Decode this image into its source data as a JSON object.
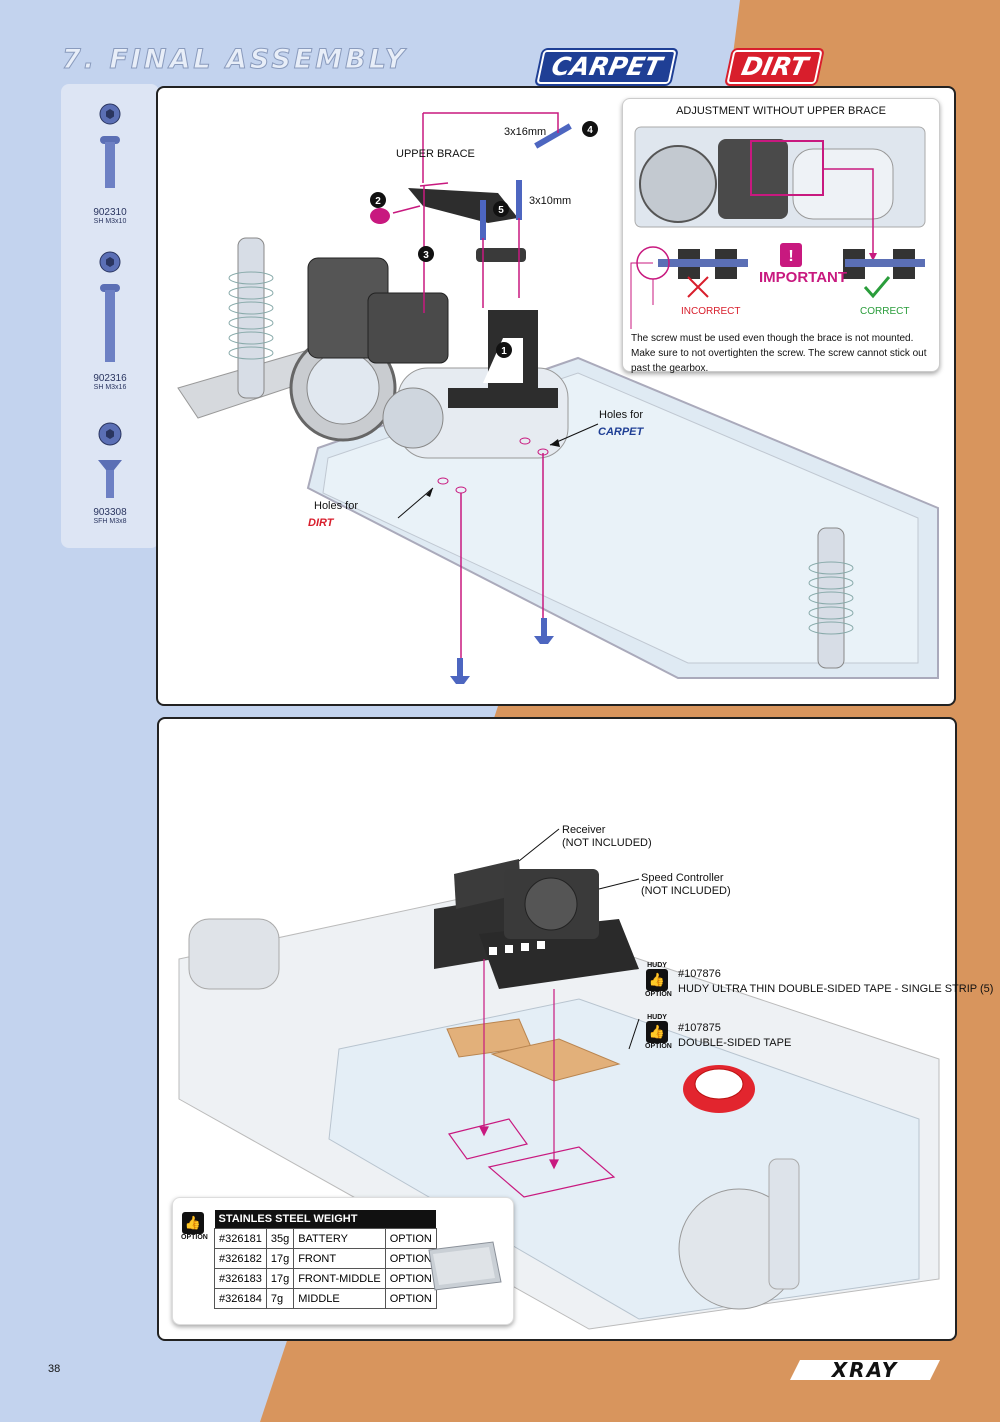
{
  "header": {
    "title": "7. FINAL ASSEMBLY",
    "badge_carpet": "CARPET",
    "badge_dirt": "DIRT"
  },
  "parts": [
    {
      "code": "902310",
      "size": "SH M3x10"
    },
    {
      "code": "902316",
      "size": "SH M3x16"
    },
    {
      "code": "903308",
      "size": "SFH M3x8"
    }
  ],
  "panel1": {
    "upper_brace": "UPPER BRACE",
    "screw_16": "3x16mm",
    "screw_10": "3x10mm",
    "steps": [
      "1",
      "2",
      "3",
      "4",
      "5"
    ],
    "holes_carpet_label": "Holes for",
    "holes_carpet_badge": "CARPET",
    "holes_dirt_label": "Holes for",
    "holes_dirt_badge": "DIRT",
    "callout": {
      "title": "ADJUSTMENT WITHOUT UPPER BRACE",
      "important": "IMPORTANT",
      "incorrect": "INCORRECT",
      "correct": "CORRECT",
      "note": "The screw must be used even though the brace is not mounted. Make sure to not overtighten the screw. The screw cannot stick out past the gearbox."
    }
  },
  "panel2": {
    "receiver": "Receiver",
    "receiver_note": "(NOT INCLUDED)",
    "speed_controller": "Speed Controller",
    "speed_controller_note": "(NOT INCLUDED)",
    "tape1_code": "#107876",
    "tape1_name": "HUDY ULTRA THIN DOUBLE-SIDED TAPE - SINGLE STRIP (5)",
    "tape2_code": "#107875",
    "tape2_name": "DOUBLE-SIDED TAPE",
    "hudy": "HUDY",
    "option": "OPTION",
    "weights": {
      "title": "STAINLES STEEL WEIGHT",
      "rows": [
        {
          "code": "#326181",
          "weight": "35g",
          "position": "BATTERY",
          "type": "OPTION"
        },
        {
          "code": "#326182",
          "weight": "17g",
          "position": "FRONT",
          "type": "OPTION"
        },
        {
          "code": "#326183",
          "weight": "17g",
          "position": "FRONT-MIDDLE",
          "type": "OPTION"
        },
        {
          "code": "#326184",
          "weight": "7g",
          "position": "MIDDLE",
          "type": "OPTION"
        }
      ]
    }
  },
  "footer": {
    "page": "38",
    "logo": "XRAY"
  },
  "colors": {
    "accent_pink": "#c8197f",
    "blue_bg": "#c3d3ee",
    "orange_bg": "#d8955d",
    "carpet_blue": "#1f3f95",
    "dirt_red": "#d81e2c"
  }
}
